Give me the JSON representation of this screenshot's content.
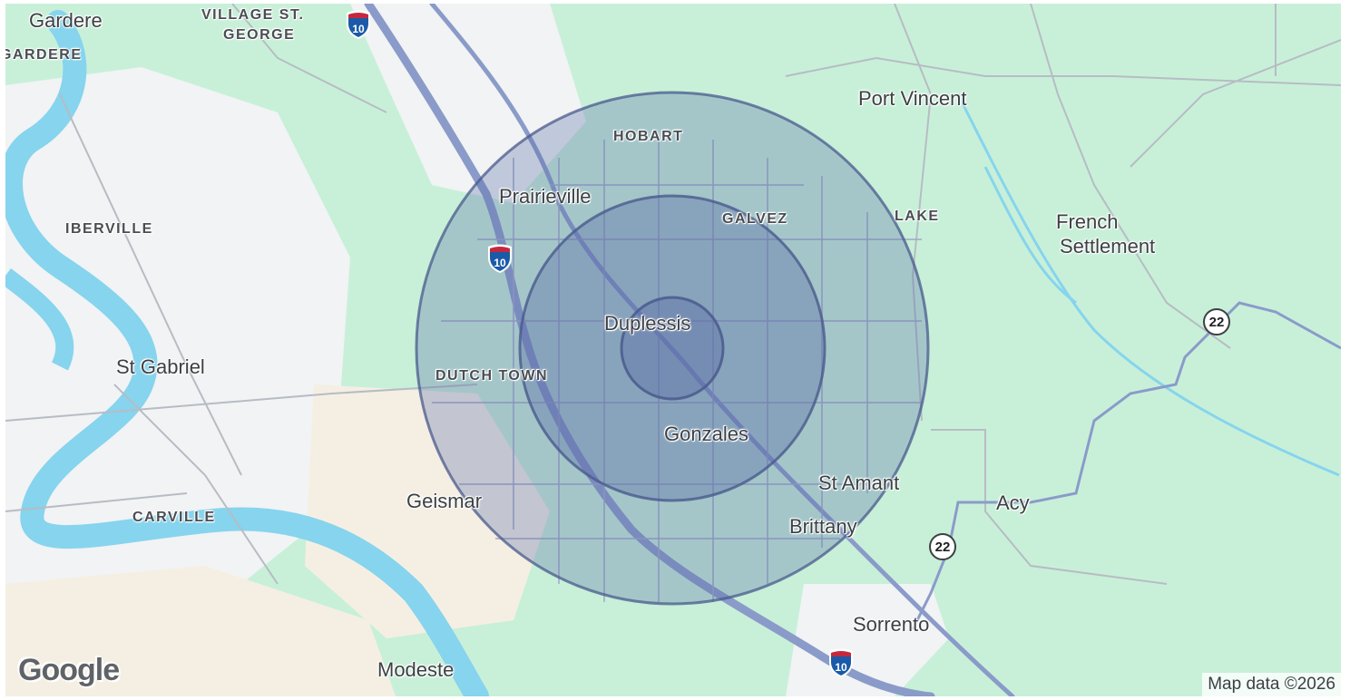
{
  "map": {
    "city_labels": {
      "gardere": "Gardere",
      "port_vincent": "Port Vincent",
      "prairieville": "Prairieville",
      "french_settlement_line1": "French",
      "french_settlement_line2": "Settlement",
      "duplessis": "Duplessis",
      "st_gabriel": "St Gabriel",
      "gonzales": "Gonzales",
      "st_amant": "St Amant",
      "geismar": "Geismar",
      "acy": "Acy",
      "brittany": "Brittany",
      "sorrento": "Sorrento",
      "modeste": "Modeste"
    },
    "place_labels": {
      "village_st_george_line1": "VILLAGE ST.",
      "village_st_george_line2": "GEORGE",
      "gardere_area": "GARDERE",
      "hobart": "HOBART",
      "iberville": "IBERVILLE",
      "galvez": "GALVEZ",
      "lake": "LAKE",
      "dutch_town": "DUTCH TOWN",
      "carville": "CARVILLE"
    },
    "interstate_shields": [
      "10",
      "10",
      "10"
    ],
    "route_shields": [
      "22",
      "22"
    ],
    "radius_rings": [
      "inner",
      "middle",
      "outer"
    ],
    "colors": {
      "land": "#c8f0d9",
      "urban": "#f1f3f4",
      "water": "#86d4ee",
      "highway": "#8a9bc9",
      "ring_fill": "#5b6ea8",
      "ring_stroke": "#4a5a8c"
    },
    "logo": "Google",
    "attribution": "Map data ©2026"
  }
}
